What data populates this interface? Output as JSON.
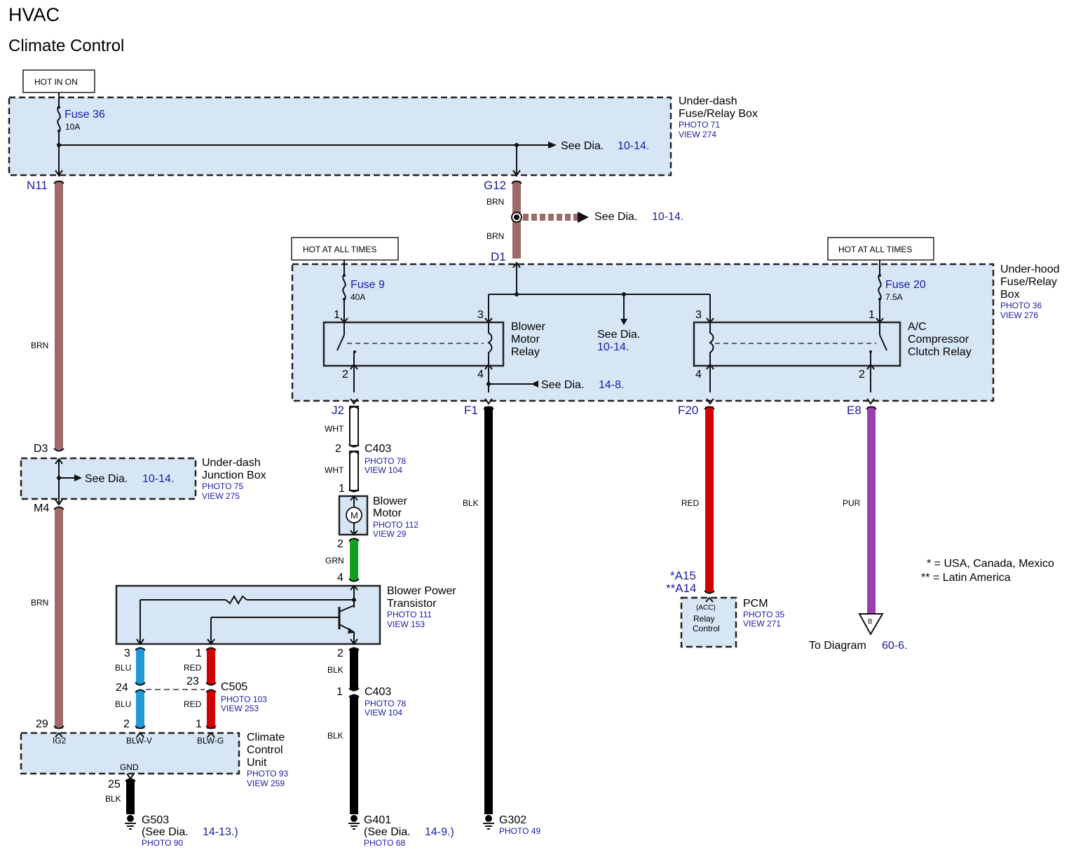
{
  "header": {
    "title": "HVAC",
    "subtitle": "Climate Control"
  },
  "power_tags": {
    "hot_in_on": "HOT IN ON",
    "hot_at_all_times_left": "HOT AT ALL TIMES",
    "hot_at_all_times_right": "HOT AT ALL TIMES"
  },
  "underdash_fuse_box": {
    "name_line1": "Under-dash",
    "name_line2": "Fuse/Relay Box",
    "photo": "PHOTO 71",
    "view": "VIEW 274",
    "fuse_label": "Fuse 36",
    "fuse_rating": "10A",
    "see_dia_text": "See Dia.",
    "see_dia_ref": "10-14.",
    "pin_n11": "N11",
    "pin_g12": "G12"
  },
  "g12_branch": {
    "wire_top": "BRN",
    "wire_bottom": "BRN",
    "see_dia_text": "See Dia.",
    "see_dia_ref": "10-14.",
    "pin_d1": "D1"
  },
  "underhood_box": {
    "name_line1": "Under-hood",
    "name_line2": "Fuse/Relay",
    "name_line3": "Box",
    "photo": "PHOTO 36",
    "view": "VIEW 276",
    "fuse9_label": "Fuse 9",
    "fuse9_rating": "40A",
    "fuse20_label": "Fuse 20",
    "fuse20_rating": "7.5A",
    "blower_relay_line1": "Blower",
    "blower_relay_line2": "Motor",
    "blower_relay_line3": "Relay",
    "ac_relay_line1": "A/C",
    "ac_relay_line2": "Compressor",
    "ac_relay_line3": "Clutch Relay",
    "center_see_text": "See Dia.",
    "center_see_ref": "10-14.",
    "see_14_8_text": "See Dia.",
    "see_14_8_ref": "14-8.",
    "pins": {
      "br_1": "1",
      "br_3": "3",
      "br_2": "2",
      "br_4": "4",
      "ac_3": "3",
      "ac_1": "1",
      "ac_4": "4",
      "ac_2": "2"
    },
    "conn_j2": "J2",
    "conn_f1": "F1",
    "conn_f20": "F20",
    "conn_e8": "E8"
  },
  "junction_box": {
    "name_line1": "Under-dash",
    "name_line2": "Junction Box",
    "photo": "PHOTO 75",
    "view": "VIEW 275",
    "see_dia_text": "See Dia.",
    "see_dia_ref": "10-14.",
    "pin_d3": "D3",
    "pin_m4": "M4"
  },
  "wires": {
    "n11_brn": "BRN",
    "m4_brn": "BRN",
    "j2_wht": "WHT",
    "c403_wht": "WHT",
    "motor_grn": "GRN",
    "f1_blk": "BLK",
    "f20_red": "RED",
    "e8_pur": "PUR",
    "blu_top": "BLU",
    "blu_bot": "BLU",
    "red_top": "RED",
    "red_bot": "RED",
    "trans_blk": "BLK",
    "c403b_blk": "BLK",
    "g503_blk": "BLK"
  },
  "c403_top": {
    "name": "C403",
    "photo": "PHOTO 78",
    "view": "VIEW 104",
    "pin_2": "2",
    "pin_1": "1"
  },
  "blower_motor": {
    "name_line1": "Blower",
    "name_line2": "Motor",
    "photo": "PHOTO 112",
    "view": "VIEW 29",
    "symbol": "M",
    "pin_2": "2",
    "pin_4": "4"
  },
  "blower_transistor": {
    "name_line1": "Blower Power",
    "name_line2": "Transistor",
    "photo": "PHOTO 111",
    "view": "VIEW 153",
    "pin_3": "3",
    "pin_1": "1",
    "pin_2": "2"
  },
  "c505": {
    "name": "C505",
    "photo": "PHOTO 103",
    "view": "VIEW 253",
    "pin_24": "24",
    "pin_23": "23",
    "pin_2": "2",
    "pin_1": "1"
  },
  "c403_bottom": {
    "name": "C403",
    "photo": "PHOTO 78",
    "view": "VIEW 104",
    "pin_1": "1"
  },
  "climate_unit": {
    "name_line1": "Climate",
    "name_line2": "Control",
    "name_line3": "Unit",
    "photo": "PHOTO 93",
    "view": "VIEW 259",
    "term_ig2": "IG2",
    "term_blwv": "BLW-V",
    "term_blwg": "BLW-G",
    "term_gnd": "GND",
    "pin_29": "29",
    "pin_25": "25"
  },
  "pcm": {
    "name": "PCM",
    "photo": "PHOTO 35",
    "view": "VIEW 271",
    "acc": "(ACC)",
    "line1": "Relay",
    "line2": "Control",
    "pin_a15": "*A15",
    "pin_a14": "**A14"
  },
  "notes": {
    "usa": "* = USA, Canada, Mexico",
    "latin": "** = Latin America"
  },
  "to_diagram": {
    "symbol": "B",
    "text": "To Diagram",
    "ref": "60-6."
  },
  "grounds": {
    "g503": {
      "name": "G503",
      "see_text": "(See Dia.",
      "see_ref": "14-13.)",
      "photo": "PHOTO 90"
    },
    "g401": {
      "name": "G401",
      "see_text": "(See Dia.",
      "see_ref": "14-9.)",
      "photo": "PHOTO 68"
    },
    "g302": {
      "name": "G302",
      "photo": "PHOTO 49"
    }
  },
  "colors": {
    "brn": "#9e6b68",
    "red": "#d40000",
    "pur": "#9b3fb0",
    "grn": "#10a020",
    "blu": "#1e9bd6",
    "blk": "#000000",
    "wht": "#ffffff",
    "box_fill": "#d6e6f5",
    "blue_text": "#1a1aa6"
  }
}
